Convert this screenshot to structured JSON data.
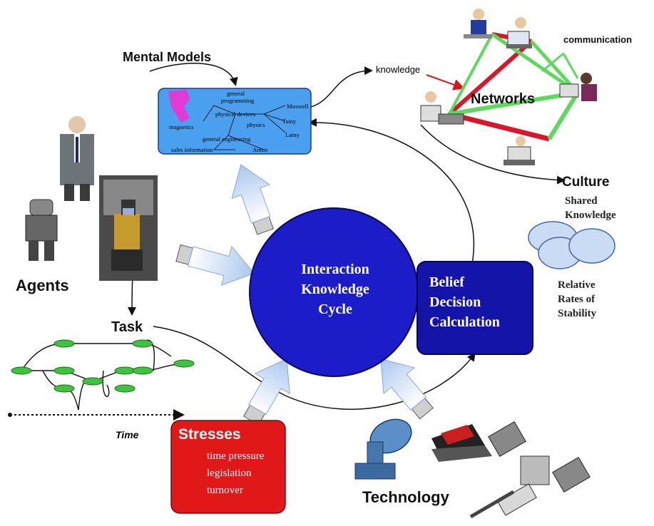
{
  "labels": {
    "mental_models": "Mental Models",
    "knowledge": "knowledge",
    "communication": "communication",
    "networks": "Networks",
    "culture": "Culture",
    "shared_knowledge": "Shared Knowledge",
    "relative_rates": [
      "Relative",
      "Rates of",
      "Stability"
    ],
    "agents": "Agents",
    "task": "Task",
    "time": "Time",
    "technology": "Technology"
  },
  "center": {
    "lines": [
      "Interaction",
      "Knowledge",
      "Cycle"
    ]
  },
  "belief_box": {
    "lines": [
      "Belief",
      "Decision",
      "Calculation"
    ]
  },
  "stresses": {
    "title": "Stresses",
    "items": [
      "time pressure",
      "legislation",
      "turnover"
    ]
  },
  "mental_model_terms": {
    "general_programming": [
      "general",
      "programming"
    ],
    "physical_devices": "physical devices",
    "magnetics": "magnetics",
    "maxwell": "Maxwell",
    "tainy": "Tainy",
    "physics": "physics",
    "lamy": "Lamy",
    "general_engineering": "general engineering",
    "sales_information": "sales information",
    "anton": "Anton"
  },
  "colors": {
    "circle": "#1c1cc8",
    "belief": "#1414a8",
    "stresses": "#e01818",
    "mental_box": "#4aa0ee",
    "network_red": "#d8182a",
    "network_green": "#5ed85e"
  }
}
